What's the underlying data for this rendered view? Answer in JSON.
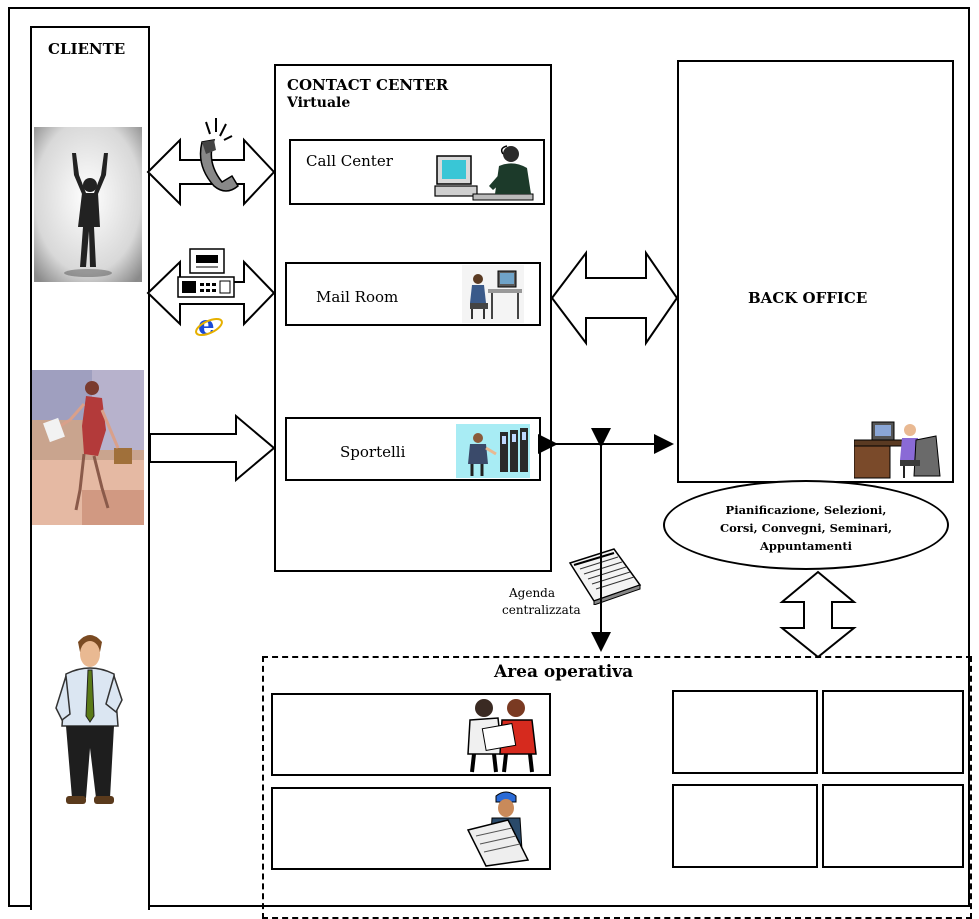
{
  "cliente": {
    "label": "CLIENTE"
  },
  "contact_center": {
    "title": "CONTACT CENTER",
    "subtitle": "Virtuale"
  },
  "channels": [
    {
      "label": "Call Center",
      "icon": "agent-at-computer-icon"
    },
    {
      "label": "Mail Room",
      "icon": "operator-workstation-icon"
    },
    {
      "label": "Sportelli",
      "icon": "counter-clerk-icon"
    }
  ],
  "back_office": {
    "label": "BACK OFFICE",
    "icon": "office-worker-icon"
  },
  "ellipse": {
    "lines": [
      "Pianificazione, Selezioni,",
      "Corsi, Convegni, Seminari,",
      "Appuntamenti"
    ]
  },
  "agenda": {
    "line1": "Agenda",
    "line2": "centralizzata",
    "icon": "agenda-notebook-icon"
  },
  "area_operativa": {
    "title": "Area operativa"
  },
  "client_icons": [
    "silhouette-cheering-person-icon",
    "woman-walking-with-bag-icon",
    "businessman-icon"
  ],
  "arrow_icons": [
    "telephone-icon",
    "fax-machine-icon",
    "internet-explorer-icon"
  ],
  "operative_icons": [
    "workers-reviewing-plans-icon",
    "worker-with-blueprint-icon"
  ]
}
